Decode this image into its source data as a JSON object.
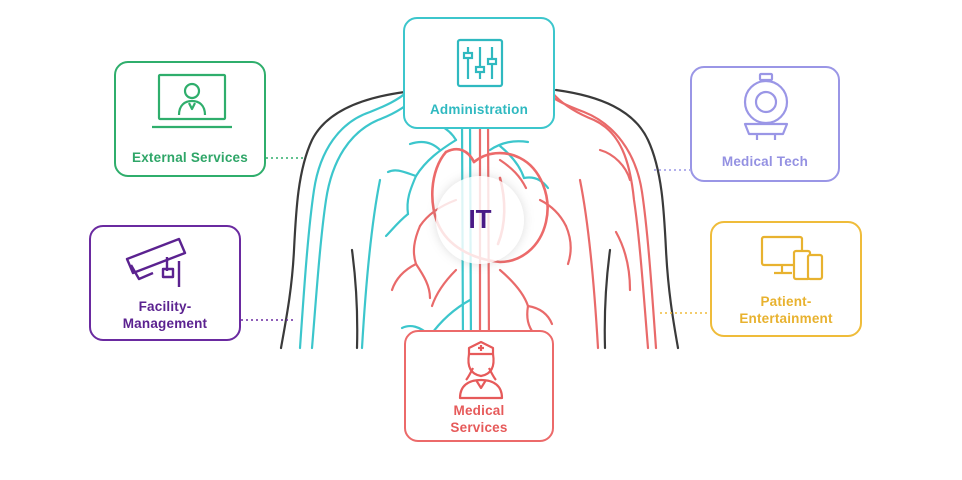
{
  "center": {
    "label": "IT"
  },
  "boxes": {
    "administration": {
      "label": "Administration",
      "icon": "sliders-icon",
      "color": "#3cc6cc"
    },
    "external_services": {
      "label": "External Services",
      "icon": "laptop-user-icon",
      "color": "#2fae6c"
    },
    "medical_tech": {
      "label": "Medical Tech",
      "icon": "mri-scanner-icon",
      "color": "#9a96e6"
    },
    "facility_management": {
      "label_line1": "Facility-",
      "label_line2": "Management",
      "icon": "security-camera-icon",
      "color": "#6a2aa0"
    },
    "patient_entertainment": {
      "label_line1": "Patient-",
      "label_line2": "Entertainment",
      "icon": "devices-icon",
      "color": "#efbc3a"
    },
    "medical_services": {
      "label_line1": "Medical",
      "label_line2": "Services",
      "icon": "nurse-icon",
      "color": "#ec6a6a"
    }
  },
  "colors": {
    "body_outline": "#3a3a3a",
    "vein_teal": "#3cc6cc",
    "artery_red": "#e96a6a",
    "heart": "#ec6a6a"
  }
}
